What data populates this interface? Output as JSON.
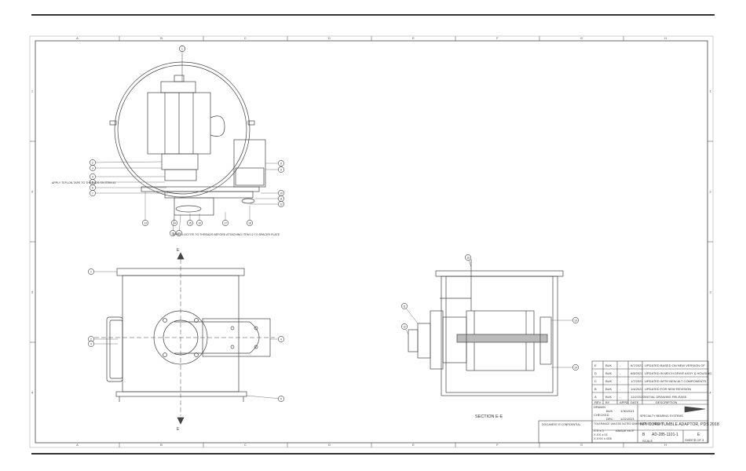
{
  "sheet": {
    "zone_cols": [
      "A",
      "B",
      "C",
      "D",
      "E",
      "F",
      "G",
      "H"
    ],
    "zone_rows": [
      "1",
      "2",
      "3",
      "4"
    ]
  },
  "notes": {
    "note_left": "APPLY TEFLON TAPE TO THREADS ON ITEM #1",
    "note_bottom": "APPLY LOCTITE TO THREADS BEFORE ATTACHING ITEM 12 TO SPACER PLATE",
    "section_label": "SECTION E-E",
    "section_marker": "E"
  },
  "balloons": {
    "top_view": [
      "1",
      "2",
      "3",
      "4",
      "5",
      "6",
      "7",
      "8",
      "9",
      "10",
      "11",
      "12",
      "13",
      "14",
      "15",
      "16",
      "17",
      "18",
      "19",
      "20"
    ],
    "front_view": [
      "1",
      "2",
      "3",
      "4",
      "5"
    ],
    "section_view": [
      "10",
      "11",
      "12",
      "13",
      "14"
    ]
  },
  "revisions": {
    "headers": [
      "REV",
      "BY",
      "APPD",
      "DATE",
      "DESCRIPTION"
    ],
    "rows": [
      {
        "rev": "E",
        "by": "BUK",
        "appd": "-",
        "date": "6/7/2021",
        "desc": "UPDATED BASED ON NEW VERSION OF"
      },
      {
        "rev": "D",
        "by": "BUK",
        "appd": "-",
        "date": "6/8/2021",
        "desc": "UPDATED IN MECH DRIVE ASSY & HOUSING"
      },
      {
        "rev": "C",
        "by": "BUK",
        "appd": "-",
        "date": "1/7/2021",
        "desc": "UPDATED WITH NEW ALT COMPONENTS"
      },
      {
        "rev": "B",
        "by": "BUK",
        "appd": "-",
        "date": "1/4/2021",
        "desc": "UPDATED FOR NEW REVISION"
      },
      {
        "rev": "A",
        "by": "BUK",
        "appd": "-",
        "date": "12/2/2020",
        "desc": "INITIAL DRAWING RELEASE"
      }
    ]
  },
  "title_block": {
    "company": "SPECIALTY BEARING SYSTEMS",
    "title": "NIT. CORE TUMBLE ADAPTOR, PDS 2018",
    "drawing_no": "AD-285-1101-1",
    "rev": "E",
    "size": "B",
    "scale_label": "SCALE",
    "sheet_label": "SHEET",
    "sheet_value": "2 OF 3",
    "drawn_label": "DRAWN",
    "drawn_by": "BUK",
    "drawn_date": "1/30/2021",
    "checked_label": "CHECKED",
    "checked_by": "DRC",
    "checked_date": "1/22/2021",
    "tolerance_header": "TOLERANCE UNLESS NOTED DIMENSIONS IN INCHES",
    "tol_x": "X.X  ±.1",
    "tol_xx": "X.XX  ±.01",
    "tol_xxx": "X.XXX  ±.005",
    "tol_angle": "ANGLE  ±0.5°",
    "confidential": "DOCUMENT IS CONFIDENTIAL"
  }
}
